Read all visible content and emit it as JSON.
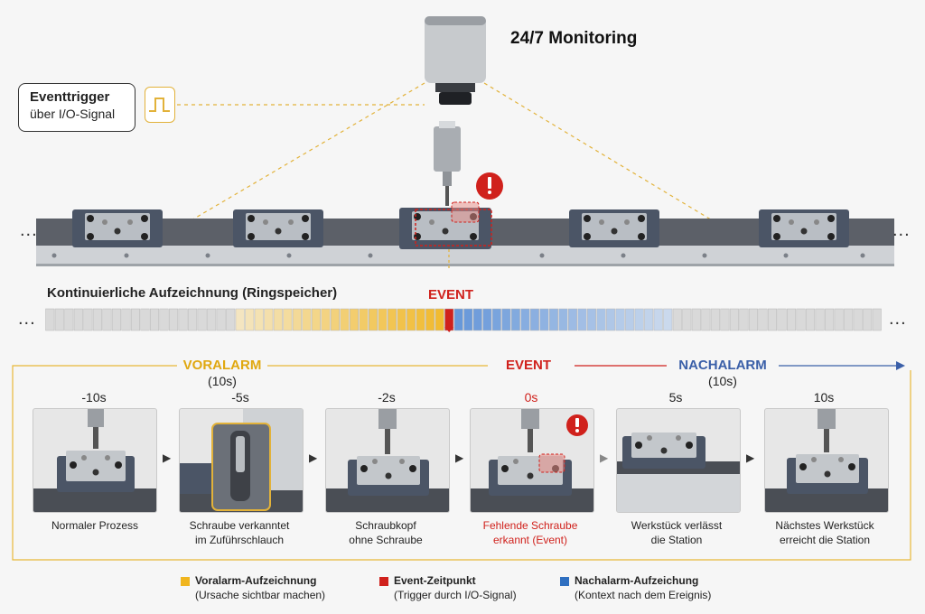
{
  "header": {
    "title": "24/7 Monitoring",
    "trigger_title": "Eventtrigger",
    "trigger_sub": "über I/O-Signal"
  },
  "ring": {
    "title": "Kontinuierliche Aufzeichnung (Ringspeicher)",
    "event": "EVENT",
    "dots_left": "...",
    "dots_right": "..."
  },
  "conveyor": {
    "dots_left": "...",
    "dots_right": "..."
  },
  "phases": {
    "voralarm": "VORALARM",
    "voralarm_duration": "(10s)",
    "event": "EVENT",
    "nachalarm": "NACHALARM",
    "nachalarm_duration": "(10s)"
  },
  "frames": [
    {
      "time": "-10s",
      "caption1": "Normaler Prozess",
      "caption2": ""
    },
    {
      "time": "-5s",
      "caption1": "Schraube verkanntet",
      "caption2": "im Zuführschlauch"
    },
    {
      "time": "-2s",
      "caption1": "Schraubkopf",
      "caption2": "ohne Schraube"
    },
    {
      "time": "0s",
      "caption1": "Fehlende Schraube",
      "caption2": "erkannt (Event)"
    },
    {
      "time": "5s",
      "caption1": "Werkstück verlässt",
      "caption2": "die Station"
    },
    {
      "time": "10s",
      "caption1": "Nächstes Werkstück",
      "caption2": "erreicht die Station"
    }
  ],
  "legend": [
    {
      "title": "Voralarm-Aufzeichnung",
      "sub": "(Ursache sichtbar machen)",
      "color": "#f0b51e"
    },
    {
      "title": "Event-Zeitpunkt",
      "sub": "(Trigger durch I/O-Signal)",
      "color": "#d0211c"
    },
    {
      "title": "Nachalarm-Aufzeichung",
      "sub": "(Kontext nach dem Ereignis)",
      "color": "#2f6fc0"
    }
  ],
  "colors": {
    "voralarm": "#f0b51e",
    "event": "#d0211c",
    "nachalarm": "#3a5fa8",
    "neutral": "#d9d9d9"
  },
  "icons": [
    "camera-icon",
    "pulse-signal-icon",
    "alert-icon",
    "screw-head-icon",
    "workpiece-icon",
    "chevron-right-icon"
  ]
}
